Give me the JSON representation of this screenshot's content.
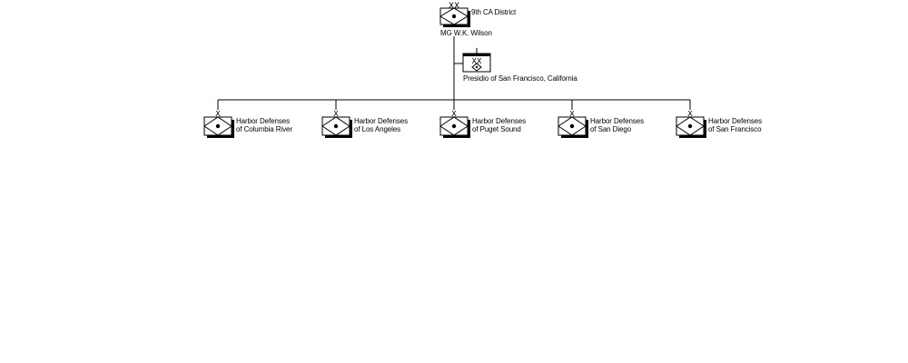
{
  "hq": {
    "echelon": "XX",
    "name": "9th CA District",
    "commander": "MG W.K. Wilson"
  },
  "attached": {
    "echelon": "XX",
    "name": "Presidio of San Francisco, California"
  },
  "subordinates": [
    {
      "echelon": "X",
      "line1": "Harbor Defenses",
      "line2": "of Columbia River"
    },
    {
      "echelon": "X",
      "line1": "Harbor Defenses",
      "line2": "of Los Angeles"
    },
    {
      "echelon": "X",
      "line1": "Harbor Defenses",
      "line2": "of Puget Sound"
    },
    {
      "echelon": "X",
      "line1": "Harbor Defenses",
      "line2": "of San Diego"
    },
    {
      "echelon": "X",
      "line1": "Harbor Defenses",
      "line2": "of San Francisco"
    }
  ]
}
